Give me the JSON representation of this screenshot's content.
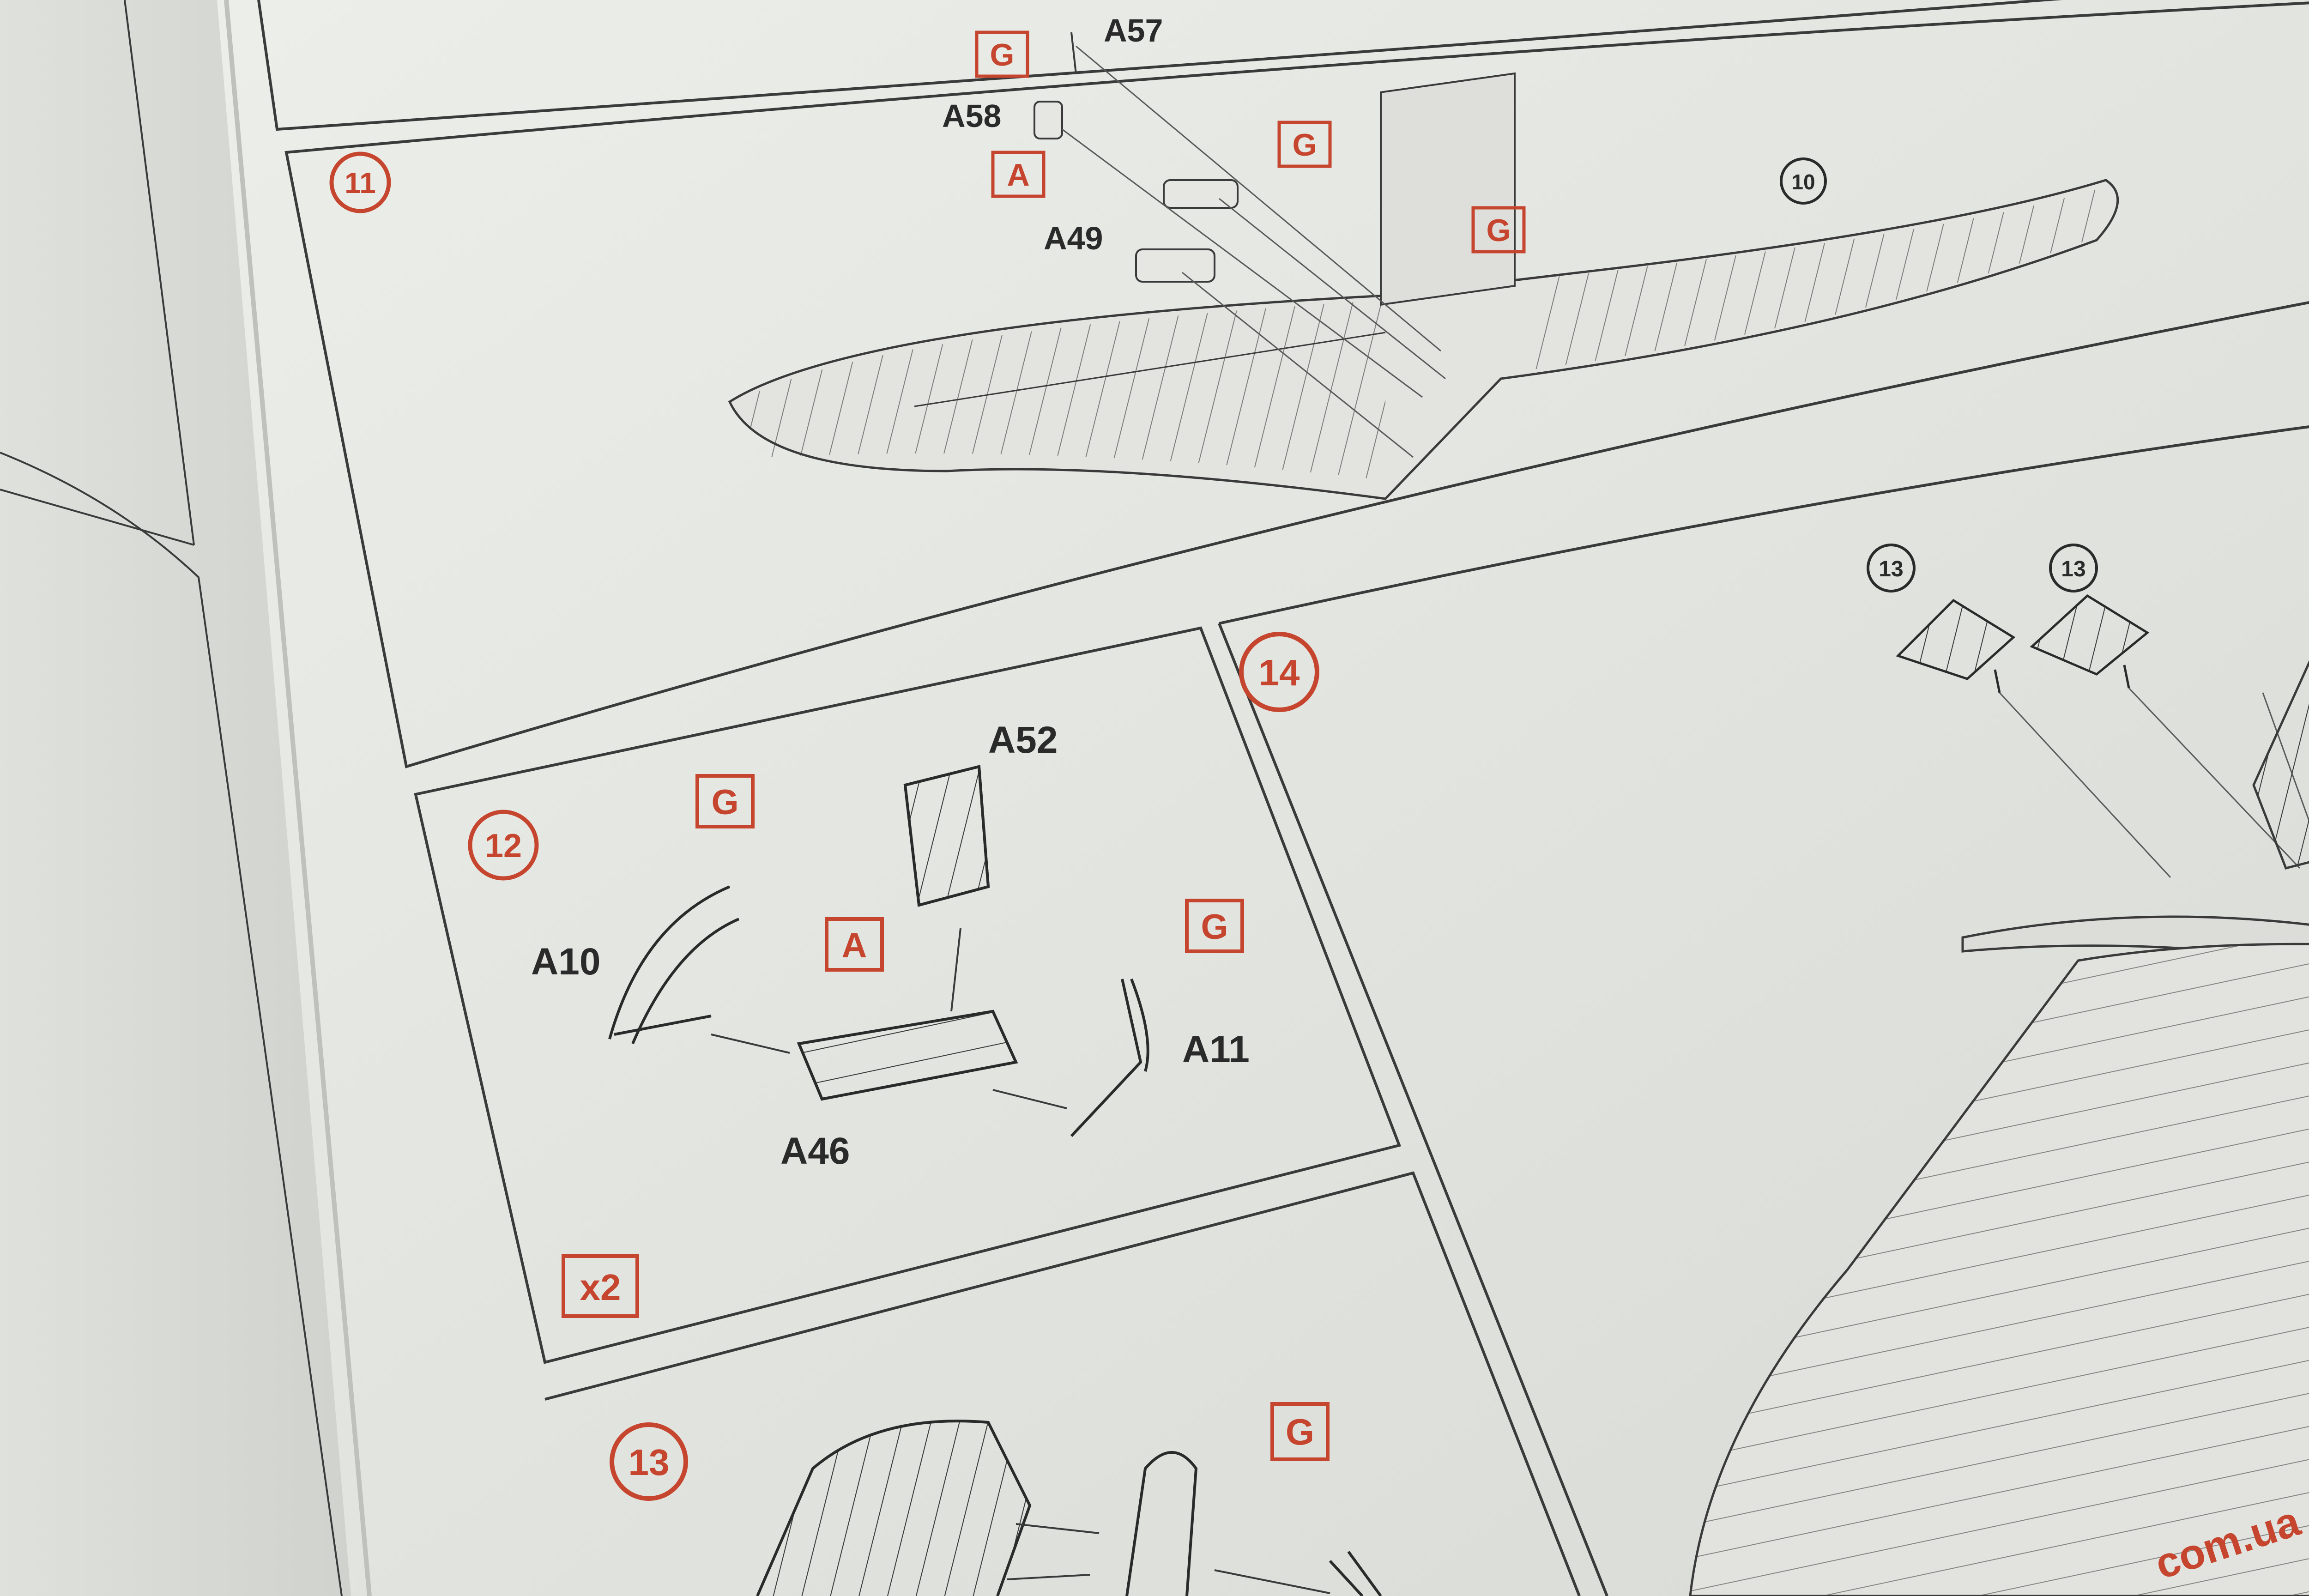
{
  "steps": [
    "11",
    "12",
    "13",
    "14"
  ],
  "step11": {
    "parts": [
      "A57",
      "A58",
      "A49"
    ],
    "glue_marks": [
      "G",
      "G",
      "G"
    ],
    "material_mark": "A",
    "ref_step": "10"
  },
  "step12": {
    "parts": [
      "A52",
      "A10",
      "A11",
      "A46"
    ],
    "glue_marks": [
      "G",
      "G"
    ],
    "material_mark": "A",
    "multiplier": "x2"
  },
  "step13": {
    "glue_mark": "G"
  },
  "step14": {
    "ref_steps": [
      "13",
      "13"
    ]
  },
  "footer_url_fragment": "com.ua",
  "colors": {
    "paper": "#e6e7e3",
    "ink": "#2a2a2a",
    "accent": "#c6452e",
    "background": "#d9dbd8"
  }
}
